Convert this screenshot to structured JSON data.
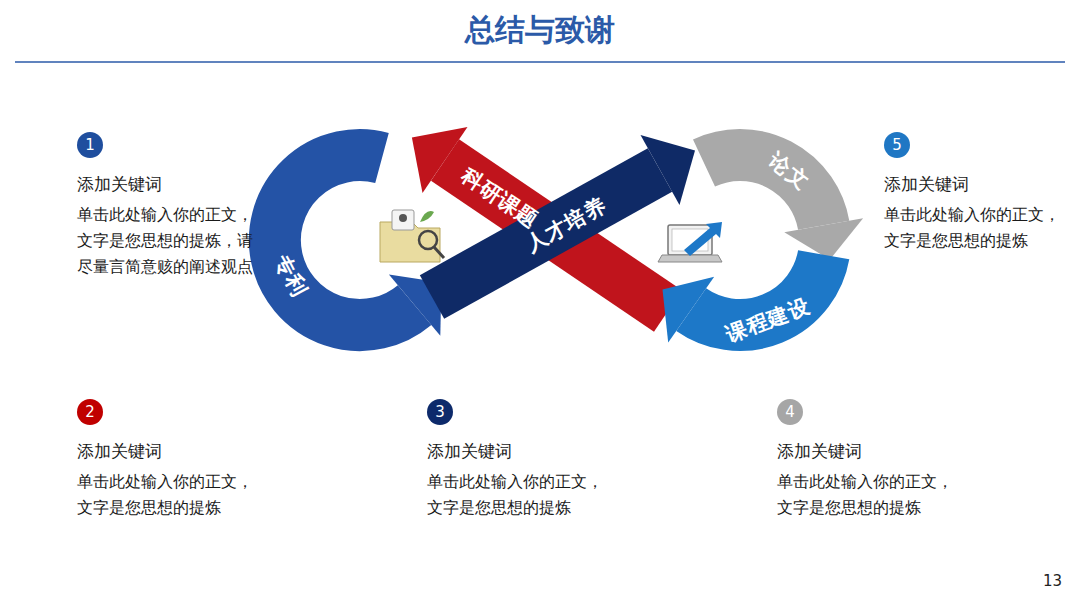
{
  "diagram": {
    "title": "总结与致谢",
    "nodes": [
      {
        "text": [
          "1",
          "添加关键词",
          "单击此处输入你的正文，文字是您思想的提炼，请尽量言简意赅的阐述观点"
        ]
      },
      {
        "text": [
          "科研课题"
        ]
      },
      {
        "text": [
          "人才培养"
        ]
      },
      {
        "text": [
          "论文"
        ]
      },
      {
        "text": [
          "5",
          "添加关键词",
          "单击此处输入你的正文，文字是您思想的提炼"
        ]
      },
      {
        "text": [
          "专利"
        ]
      },
      {
        "text": [
          "课程建设"
        ]
      },
      {
        "text": [
          "2",
          "添加关键词",
          "单击此处输入你的正文，文字是您思想的提炼"
        ]
      },
      {
        "text": [
          "3",
          "添加关键词",
          "单击此处输入你的正文，文字是您思想的提炼"
        ]
      },
      {
        "text": [
          "4",
          "添加关键词",
          "单击此处输入你的正文，文字是您思想的提炼"
        ]
      }
    ],
    "edges": [],
    "labels": [
      "13"
    ]
  }
}
